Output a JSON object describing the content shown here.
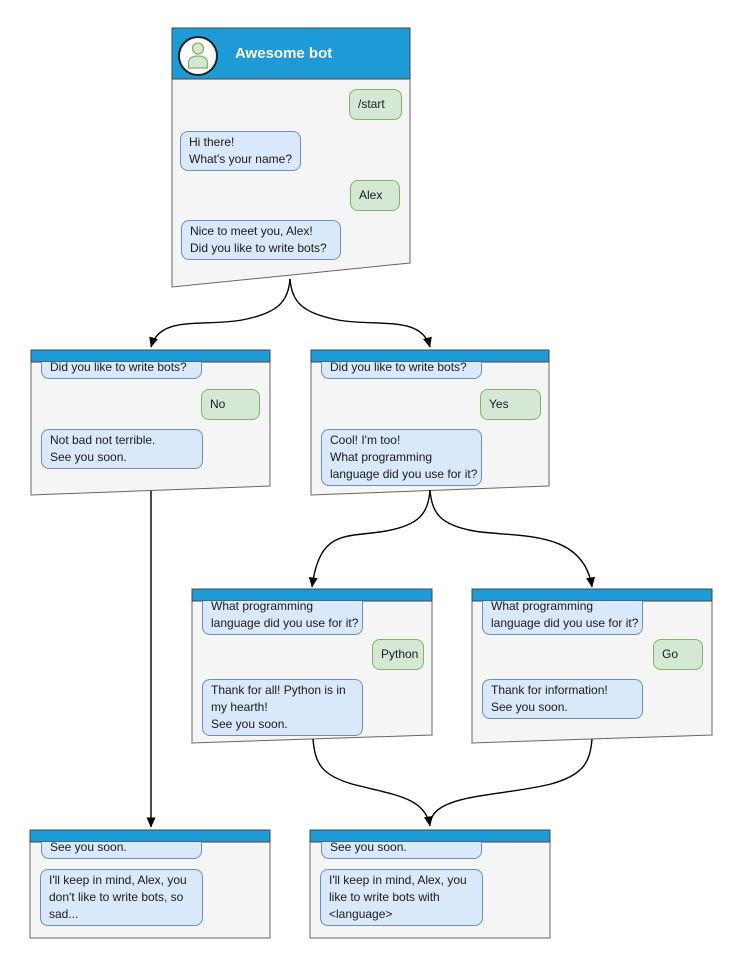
{
  "diagram": {
    "type": "chatbot-conversation-flowchart",
    "colors": {
      "titlebar_blue": "#1e9bd7",
      "window_fill": "#f5f5f5",
      "window_border": "#666666",
      "bot_bubble_fill": "#dae8fc",
      "bot_bubble_border": "#6c8ebf",
      "user_bubble_fill": "#d5e8d4",
      "user_bubble_border": "#82b366",
      "arrow": "#000000",
      "title_text": "#ffffff"
    }
  },
  "main": {
    "title": "Awesome bot",
    "avatar": "person-icon",
    "messages": [
      {
        "from": "user",
        "text": "/start"
      },
      {
        "from": "bot",
        "text": "Hi there!\nWhat's your name?"
      },
      {
        "from": "user",
        "text": "Alex"
      },
      {
        "from": "bot",
        "text": "Nice to meet you, Alex!\nDid you like to write bots?"
      }
    ]
  },
  "windows": [
    {
      "name": "branch-no",
      "messages": [
        {
          "from": "bot",
          "text": "Did you like to write bots?"
        },
        {
          "from": "user",
          "text": "No"
        },
        {
          "from": "bot",
          "text": "Not bad not terrible.\nSee you soon."
        }
      ]
    },
    {
      "name": "branch-yes",
      "messages": [
        {
          "from": "bot",
          "text": "Did you like to write bots?"
        },
        {
          "from": "user",
          "text": "Yes"
        },
        {
          "from": "bot",
          "text": "Cool! I'm too!\nWhat programming\nlanguage did you use for it?"
        }
      ]
    },
    {
      "name": "branch-python",
      "messages": [
        {
          "from": "bot",
          "text": "What programming\nlanguage did you use for it?"
        },
        {
          "from": "user",
          "text": "Python"
        },
        {
          "from": "bot",
          "text": "Thank for all! Python is in\nmy hearth!\nSee you soon."
        }
      ]
    },
    {
      "name": "branch-go",
      "messages": [
        {
          "from": "bot",
          "text": "What programming\nlanguage did you use for it?"
        },
        {
          "from": "user",
          "text": "Go"
        },
        {
          "from": "bot",
          "text": "Thank for information!\nSee you soon."
        }
      ]
    },
    {
      "name": "end-no",
      "messages": [
        {
          "from": "bot",
          "text": "See you soon."
        },
        {
          "from": "bot",
          "text": "I'll keep in mind, Alex, you\ndon't like to write bots, so\nsad..."
        }
      ]
    },
    {
      "name": "end-yes",
      "messages": [
        {
          "from": "bot",
          "text": "See you soon."
        },
        {
          "from": "bot",
          "text": "I'll keep in mind, Alex, you\nlike to write bots with\n<language>"
        }
      ]
    }
  ]
}
